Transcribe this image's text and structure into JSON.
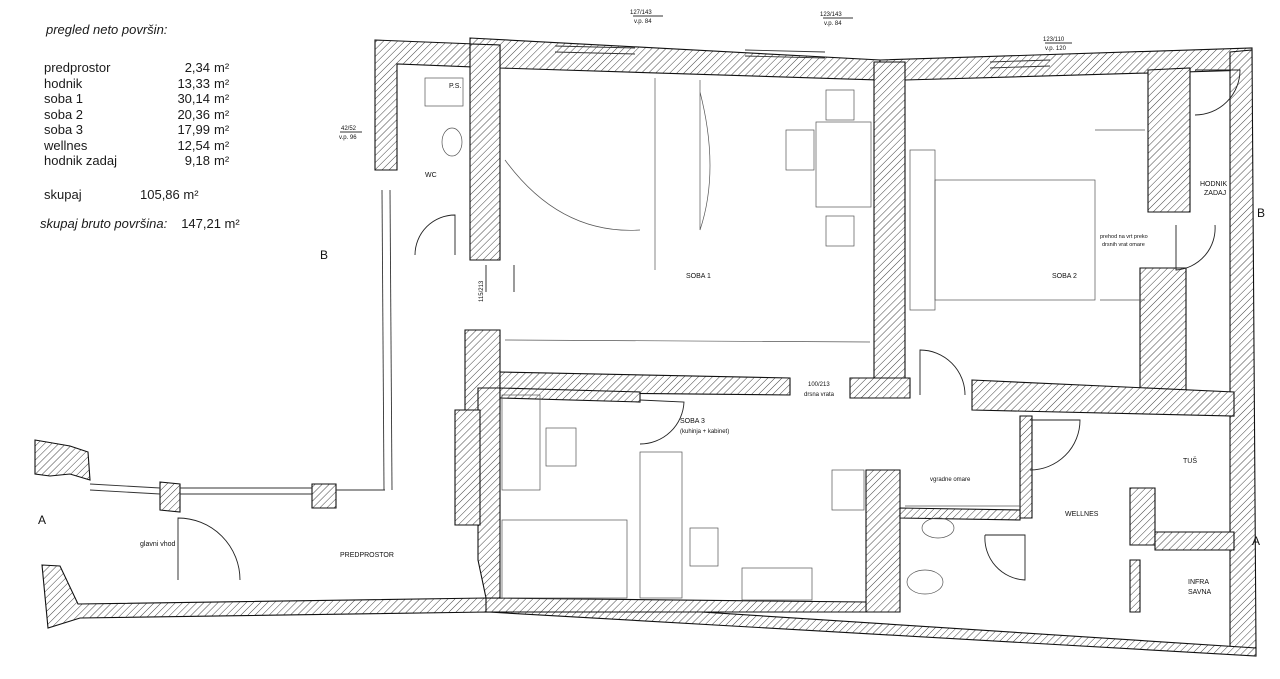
{
  "legend": {
    "title": "pregled neto površin:",
    "rows": [
      {
        "name": "predprostor",
        "value": "2,34",
        "unit": "m²"
      },
      {
        "name": "hodnik",
        "value": "13,33",
        "unit": "m²"
      },
      {
        "name": "soba 1",
        "value": "30,14",
        "unit": "m²"
      },
      {
        "name": "soba 2",
        "value": "20,36",
        "unit": "m²"
      },
      {
        "name": "soba 3",
        "value": "17,99",
        "unit": "m²"
      },
      {
        "name": "wellnes",
        "value": "12,54",
        "unit": "m²"
      },
      {
        "name": "hodnik zadaj",
        "value": "9,18",
        "unit": "m²"
      }
    ],
    "sum_label": "skupaj",
    "sum_value": "105,86 m²",
    "brut_label": "skupaj bruto površina:",
    "brut_value": "147,21 m²"
  },
  "section_marks": {
    "a": "A",
    "b": "B"
  },
  "rooms": {
    "soba1": "SOBA 1",
    "soba2": "SOBA 2",
    "soba3": "SOBA 3",
    "soba3_sub": "(kuhinja + kabinet)",
    "wc": "WC",
    "ps": "P.S.",
    "predprostor": "PREDPROSTOR",
    "glavni_vhod": "glavni vhod",
    "wellnes": "WELLNES",
    "tus": "TUŠ",
    "infra1": "INFRA",
    "infra2": "SAVNA",
    "hodnik_zadaj1": "HODNIK",
    "hodnik_zadaj2": "ZADAJ",
    "drsna_vrata": "drsna vrata",
    "drsna_dim": "100/213",
    "omara": "vgradne omare",
    "prehod1": "prehod na vrt preko",
    "prehod2": "drsnih vrat omare"
  },
  "window_marks": {
    "w1_dim": "127/143",
    "w1_vp": "v.p. 84",
    "w2_dim": "123/143",
    "w2_vp": "v.p. 84",
    "w3_dim": "123/110",
    "w3_vp": "v.p. 120",
    "w4_dim": "42/52",
    "w4_vp": "v.p. 96",
    "door_dim": "115/213"
  },
  "colors": {
    "line": "#111111",
    "hatch": "#444444",
    "paper": "#ffffff"
  }
}
